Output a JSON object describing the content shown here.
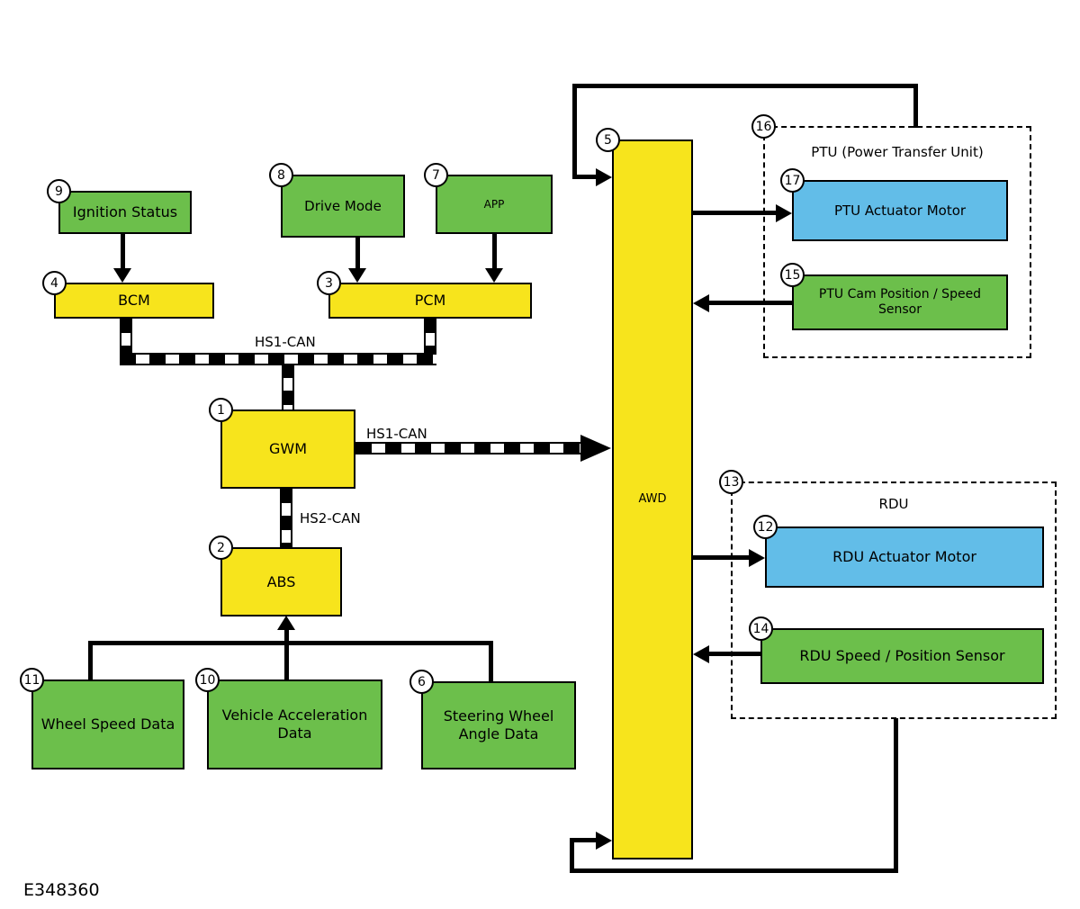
{
  "diagram": {
    "figure_id": "E348360",
    "colors": {
      "green": "#6CBF4B",
      "yellow": "#F7E41C",
      "blue": "#62BDE8",
      "line": "#000000",
      "bg": "#FFFFFF"
    },
    "labels": {
      "hs1_can_top": "HS1-CAN",
      "hs1_can_mid": "HS1-CAN",
      "hs2_can": "HS2-CAN"
    },
    "nodes": {
      "ignition_status": {
        "num": "9",
        "label": "Ignition Status"
      },
      "bcm": {
        "num": "4",
        "label": "BCM"
      },
      "drive_mode": {
        "num": "8",
        "label": "Drive Mode"
      },
      "app": {
        "num": "7",
        "label": "APP"
      },
      "pcm": {
        "num": "3",
        "label": "PCM"
      },
      "gwm": {
        "num": "1",
        "label": "GWM"
      },
      "abs": {
        "num": "2",
        "label": "ABS"
      },
      "wheel_speed": {
        "num": "11",
        "label": "Wheel Speed Data"
      },
      "vehicle_accel": {
        "num": "10",
        "label": "Vehicle Acceleration Data"
      },
      "steering_angle": {
        "num": "6",
        "label": "Steering Wheel Angle Data"
      },
      "awd": {
        "num": "5",
        "label": "AWD"
      },
      "ptu_group": {
        "num": "16",
        "label": "PTU (Power Transfer Unit)"
      },
      "ptu_actuator": {
        "num": "17",
        "label": "PTU Actuator Motor"
      },
      "ptu_sensor": {
        "num": "15",
        "label": "PTU Cam Position / Speed Sensor"
      },
      "rdu_group": {
        "num": "13",
        "label": "RDU"
      },
      "rdu_actuator": {
        "num": "12",
        "label": "RDU Actuator Motor"
      },
      "rdu_sensor": {
        "num": "14",
        "label": "RDU Speed / Position Sensor"
      }
    }
  }
}
